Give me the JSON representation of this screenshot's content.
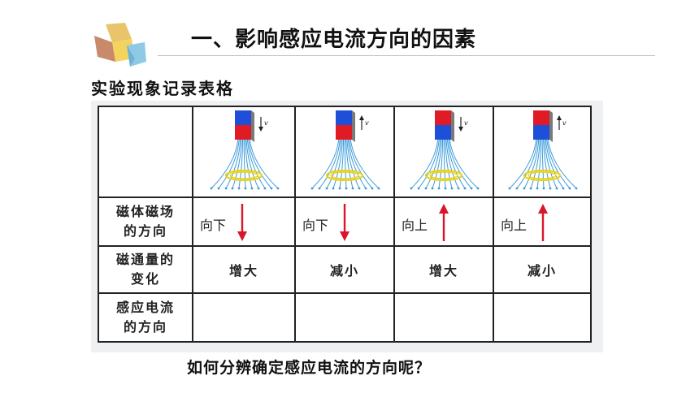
{
  "header": {
    "title": "一、影响感应电流方向的因素"
  },
  "section": {
    "subtitle": "实验现象记录表格"
  },
  "table": {
    "row_labels": {
      "field_dir": [
        "磁体磁场",
        "的方向"
      ],
      "flux_change": [
        "磁通量的",
        "变化"
      ],
      "induced_dir": [
        "感应电流",
        "的方向"
      ]
    },
    "columns": [
      {
        "top_pole": "N",
        "motion": "down",
        "field_direction": "向下",
        "arrow": "down",
        "flux_change": "增大",
        "induced_current": ""
      },
      {
        "top_pole": "N",
        "motion": "up",
        "field_direction": "向下",
        "arrow": "down",
        "flux_change": "减小",
        "induced_current": ""
      },
      {
        "top_pole": "S",
        "motion": "down",
        "field_direction": "向上",
        "arrow": "up",
        "flux_change": "增大",
        "induced_current": ""
      },
      {
        "top_pole": "S",
        "motion": "up",
        "field_direction": "向上",
        "arrow": "up",
        "flux_change": "减小",
        "induced_current": ""
      }
    ],
    "velocity_label": "v"
  },
  "footer": {
    "question": "如何分辨确定感应电流的方向呢？"
  },
  "colors": {
    "magnet_red": "#e01b24",
    "magnet_blue": "#1e4fd8",
    "field_line": "#3a9ad9",
    "coil": "#e8d21a",
    "arrow_red": "#d8152a"
  },
  "icons": {
    "logo": "cube-logo-icon",
    "arrow": "arrow-icon"
  }
}
